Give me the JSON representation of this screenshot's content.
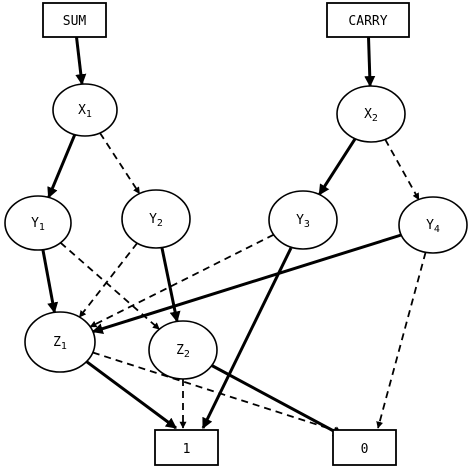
{
  "boxes": {
    "sum": "SUM",
    "carry": "CARRY",
    "one": "1",
    "zero": "0"
  },
  "nodes": {
    "x1": {
      "letter": "X",
      "sub": "1"
    },
    "x2": {
      "letter": "X",
      "sub": "2"
    },
    "y1": {
      "letter": "Y",
      "sub": "1"
    },
    "y2": {
      "letter": "Y",
      "sub": "2"
    },
    "y3": {
      "letter": "Y",
      "sub": "3"
    },
    "y4": {
      "letter": "Y",
      "sub": "4"
    },
    "z1": {
      "letter": "Z",
      "sub": "1"
    },
    "z2": {
      "letter": "Z",
      "sub": "2"
    }
  },
  "edges": [
    {
      "from": "sum",
      "to": "x1",
      "style": "solid"
    },
    {
      "from": "carry",
      "to": "x2",
      "style": "solid"
    },
    {
      "from": "x1",
      "to": "y1",
      "style": "solid"
    },
    {
      "from": "x1",
      "to": "y2",
      "style": "dashed"
    },
    {
      "from": "x2",
      "to": "y3",
      "style": "solid"
    },
    {
      "from": "x2",
      "to": "y4",
      "style": "dashed"
    },
    {
      "from": "y1",
      "to": "z1",
      "style": "solid"
    },
    {
      "from": "y1",
      "to": "z2",
      "style": "dashed"
    },
    {
      "from": "y2",
      "to": "z1",
      "style": "dashed"
    },
    {
      "from": "y2",
      "to": "z2",
      "style": "solid"
    },
    {
      "from": "y3",
      "to": "z1",
      "style": "dashed"
    },
    {
      "from": "y3",
      "to": "one",
      "style": "solid"
    },
    {
      "from": "y4",
      "to": "z1",
      "style": "solid"
    },
    {
      "from": "y4",
      "to": "zero",
      "style": "dashed"
    },
    {
      "from": "z1",
      "to": "one",
      "style": "solid"
    },
    {
      "from": "z1",
      "to": "zero",
      "style": "dashed"
    },
    {
      "from": "z2",
      "to": "one",
      "style": "dashed"
    },
    {
      "from": "z2",
      "to": "zero",
      "style": "solid"
    }
  ]
}
